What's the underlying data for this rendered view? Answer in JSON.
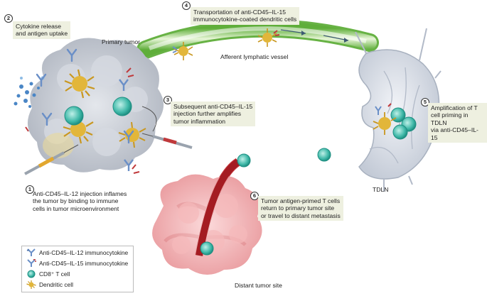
{
  "steps": [
    {
      "number": "1",
      "text": "Anti-CD45–IL-12 injection inflames\nthe tumor by binding to immune\ncells in tumor microenvironment"
    },
    {
      "number": "2",
      "text": "Cytokine release\nand antigen uptake"
    },
    {
      "number": "3",
      "text": "Subsequent anti-CD45–IL-15\ninjection further amplifies\ntumor inflammation"
    },
    {
      "number": "4",
      "text": "Transportation of anti-CD45–IL-15\nimmunocytokine-coated dendritic cells"
    },
    {
      "number": "5",
      "text": "Amplification of T\ncell priming in TDLN\nvia anti-CD45–IL-15"
    },
    {
      "number": "6",
      "text": "Tumor antigen-primed T cells\nreturn to primary tumor site\nor travel to distant metastasis"
    }
  ],
  "labels": {
    "primary_tumor": "Primary tumor",
    "afferent_vessel": "Afferent lymphatic vessel",
    "tdln": "TDLN",
    "distant_tumor": "Distant tumor site"
  },
  "legend": [
    {
      "icon": "il12-immunocytokine-icon",
      "text": "Anti-CD45–IL-12 immunocytokine",
      "color": "#6a8fc7"
    },
    {
      "icon": "il15-immunocytokine-icon",
      "text": "Anti-CD45–IL-15 immunocytokine",
      "color": "#c0393b"
    },
    {
      "icon": "t-cell-icon",
      "text": "CD8⁺ T cell",
      "color": "#3fb8a8"
    },
    {
      "icon": "dendritic-cell-icon",
      "text": "Dendritic cell",
      "color": "#e2b63a"
    }
  ],
  "colors": {
    "blood_vessel": "#b8262b",
    "lymphatic_vessel": "#8cc84b",
    "tumor": "#c8ccd3",
    "distant_tumor": "#f0a3a6",
    "lymph_node": "#dfe4ec",
    "text_box": "#eef0e0"
  }
}
